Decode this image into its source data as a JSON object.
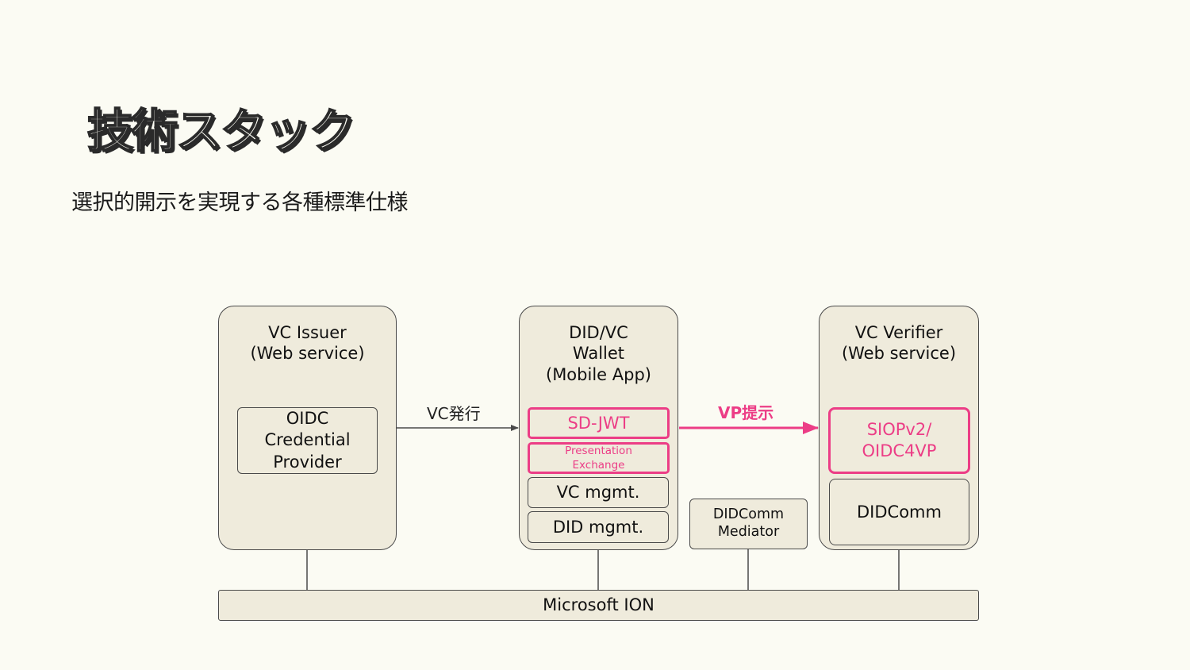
{
  "slide": {
    "title": "技術スタック",
    "subtitle": "選択的開示を実現する各種標準仕様"
  },
  "diagram": {
    "issuer": {
      "title": "VC Issuer\n(Web service)",
      "component": "OIDC\nCredential\nProvider"
    },
    "wallet": {
      "title": "DID/VC\nWallet\n(Mobile App)",
      "components": {
        "sd_jwt": "SD-JWT",
        "presentation_exchange": "Presentation\nExchange",
        "vc_mgmt": "VC mgmt.",
        "did_mgmt": "DID mgmt."
      }
    },
    "mediator": "DIDComm\nMediator",
    "verifier": {
      "title": "VC Verifier\n(Web service)",
      "siop": "SIOPv2/\nOIDC4VP",
      "didcomm": "DIDComm"
    },
    "ledger": "Microsoft ION",
    "edges": {
      "issue_label": "VC発行",
      "present_label": "VP提示"
    },
    "colors": {
      "accent": "#ec3d86",
      "box_fill": "#efebdc",
      "border": "#4a4a4a",
      "background": "#fbfbf3"
    }
  }
}
